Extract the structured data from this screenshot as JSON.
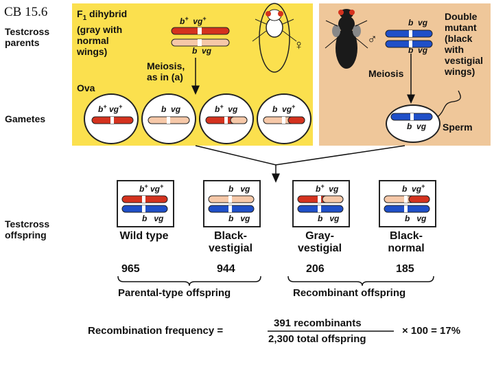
{
  "slide_code": "CB 15.6",
  "side_labels": {
    "testcross_parents": [
      "Testcross",
      "parents"
    ],
    "gametes": "Gametes",
    "testcross_offspring": [
      "Testcross",
      "offspring"
    ]
  },
  "female": {
    "title_f": "F",
    "title_sub": "1",
    "title_rest": " dihybrid",
    "title_lines": [
      "(gray with",
      "normal",
      "wings)"
    ],
    "symbol": "♀",
    "chrom_top": {
      "b": "b",
      "b_sup": "+",
      "vg": "vg",
      "vg_sup": "+"
    },
    "chrom_bottom": {
      "b": "b",
      "vg": "vg"
    },
    "meiosis": [
      "Meiosis,",
      "as in (a)"
    ],
    "ova": "Ova"
  },
  "male": {
    "title_lines": [
      "Double",
      "mutant",
      "(black",
      "with",
      "vestigial",
      "wings)"
    ],
    "symbol": "♂",
    "chrom_top": {
      "b": "b",
      "vg": "vg"
    },
    "chrom_bottom": {
      "b": "b",
      "vg": "vg"
    },
    "meiosis": "Meiosis",
    "sperm": "Sperm"
  },
  "ova_gametes": [
    {
      "b": "b",
      "b_sup": "+",
      "vg": "vg",
      "vg_sup": "+"
    },
    {
      "b": "b",
      "b_sup": "",
      "vg": "vg",
      "vg_sup": ""
    },
    {
      "b": "b",
      "b_sup": "+",
      "vg": "vg",
      "vg_sup": ""
    },
    {
      "b": "b",
      "b_sup": "",
      "vg": "vg",
      "vg_sup": "+"
    }
  ],
  "sperm_gamete": {
    "b": "b",
    "vg": "vg"
  },
  "offspring": [
    {
      "b": "b",
      "b_sup": "+",
      "vg": "vg",
      "vg_sup": "+",
      "bottom_b": "b",
      "bottom_vg": "vg",
      "name": [
        "Wild type"
      ],
      "count": "965"
    },
    {
      "b": "b",
      "b_sup": "",
      "vg": "vg",
      "vg_sup": "",
      "bottom_b": "b",
      "bottom_vg": "vg",
      "name": [
        "Black-",
        "vestigial"
      ],
      "count": "944"
    },
    {
      "b": "b",
      "b_sup": "+",
      "vg": "vg",
      "vg_sup": "",
      "bottom_b": "b",
      "bottom_vg": "vg",
      "name": [
        "Gray-",
        "vestigial"
      ],
      "count": "206"
    },
    {
      "b": "b",
      "b_sup": "",
      "vg": "vg",
      "vg_sup": "+",
      "bottom_b": "b",
      "bottom_vg": "vg",
      "name": [
        "Black-",
        "normal"
      ],
      "count": "185"
    }
  ],
  "groups": {
    "parental": "Parental-type offspring",
    "recombinant": "Recombinant offspring"
  },
  "formula": {
    "label": "Recombination frequency =",
    "numerator": "391 recombinants",
    "denominator": "2,300 total offspring",
    "result": "× 100 = 17%"
  },
  "colors": {
    "panel_female": "#fbe04e",
    "panel_male": "#efc79a",
    "chrom_red": "#d4321e",
    "chrom_pink": "#f6c8a8",
    "chrom_blue": "#1f4fc8"
  }
}
